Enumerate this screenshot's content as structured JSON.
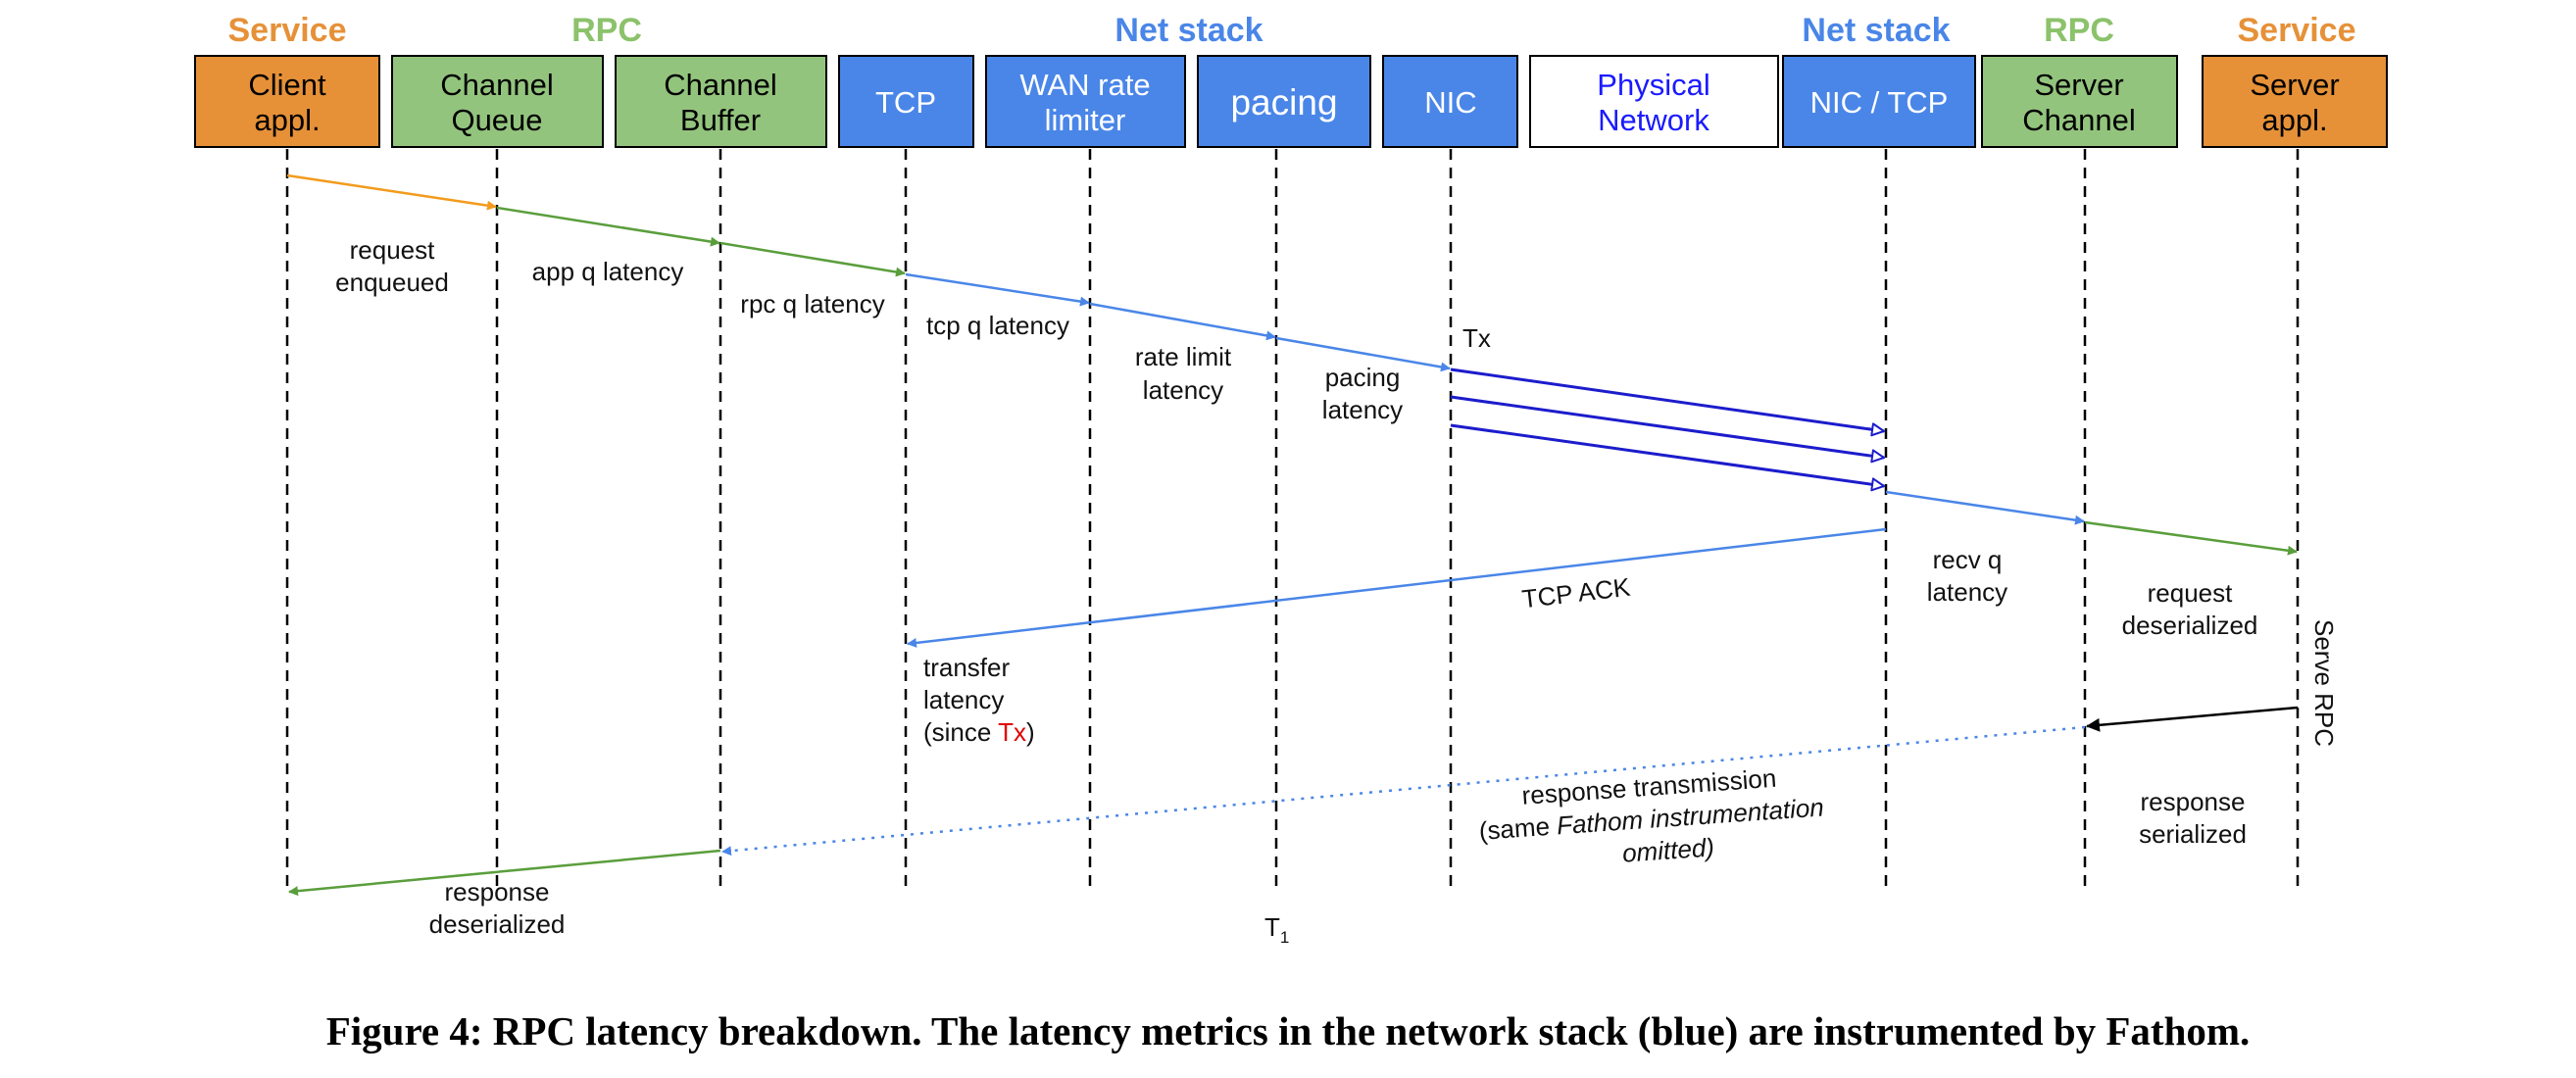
{
  "colors": {
    "service": "#e69138",
    "rpc": "#93c47d",
    "rpc_title": "#8bc26b",
    "net": "#4a86e8",
    "phys_text": "#1a1aff",
    "line_orange": "#f29b1d",
    "line_green": "#5a9e3c",
    "line_blue": "#4a86e8",
    "line_dark_blue": "#1c1ccc",
    "red": "#e00000",
    "black": "#000000"
  },
  "groups": [
    {
      "id": "service-left",
      "label": "Service"
    },
    {
      "id": "rpc-left",
      "label": "RPC"
    },
    {
      "id": "net-left",
      "label": "Net stack"
    },
    {
      "id": "net-right",
      "label": "Net stack"
    },
    {
      "id": "rpc-right",
      "label": "RPC"
    },
    {
      "id": "service-right",
      "label": "Service"
    }
  ],
  "components": [
    {
      "id": "client-appl",
      "lines": [
        "Client",
        "appl."
      ]
    },
    {
      "id": "channel-queue",
      "lines": [
        "Channel",
        "Queue"
      ]
    },
    {
      "id": "channel-buffer",
      "lines": [
        "Channel",
        "Buffer"
      ]
    },
    {
      "id": "tcp",
      "lines": [
        "TCP"
      ]
    },
    {
      "id": "wan-rate-limiter",
      "lines": [
        "WAN rate",
        "limiter"
      ]
    },
    {
      "id": "pacing",
      "lines": [
        "pacing"
      ]
    },
    {
      "id": "nic",
      "lines": [
        "NIC"
      ]
    },
    {
      "id": "physical-network",
      "lines": [
        "Physical",
        "Network"
      ]
    },
    {
      "id": "nic-tcp",
      "lines": [
        "NIC / TCP"
      ]
    },
    {
      "id": "server-channel",
      "lines": [
        "Server",
        "Channel"
      ]
    },
    {
      "id": "server-appl",
      "lines": [
        "Server",
        "appl."
      ]
    }
  ],
  "labels": {
    "request_enqueued": [
      "request",
      "enqueued"
    ],
    "app_q_latency": "app q latency",
    "rpc_q_latency": "rpc q latency",
    "tcp_q_latency": "tcp q latency",
    "rate_limit_latency": [
      "rate limit",
      "latency"
    ],
    "pacing_latency": [
      "pacing",
      "latency"
    ],
    "tx": "Tx",
    "tcp_ack": "TCP ACK",
    "recv_q_latency": [
      "recv q",
      "latency"
    ],
    "request_deserialized": [
      "request",
      "deserialized"
    ],
    "serve_rpc": "Serve RPC",
    "transfer_latency": {
      "line1": "transfer",
      "line2": "latency",
      "line3_pre": "(since ",
      "line3_red": "Tx",
      "line3_post": ")"
    },
    "response_transmission": {
      "line1": "response transmission",
      "line2_pre": "(same ",
      "line2_italic": "Fathom instrumentation",
      "line3": "omitted)"
    },
    "response_serialized": [
      "response",
      "serialized"
    ],
    "response_deserialized": [
      "response",
      "deserialized"
    ],
    "t1": {
      "base": "T",
      "sub": "1"
    }
  },
  "caption": "Figure 4: RPC latency breakdown. The latency metrics in the network stack (blue) are instrumented by Fathom."
}
